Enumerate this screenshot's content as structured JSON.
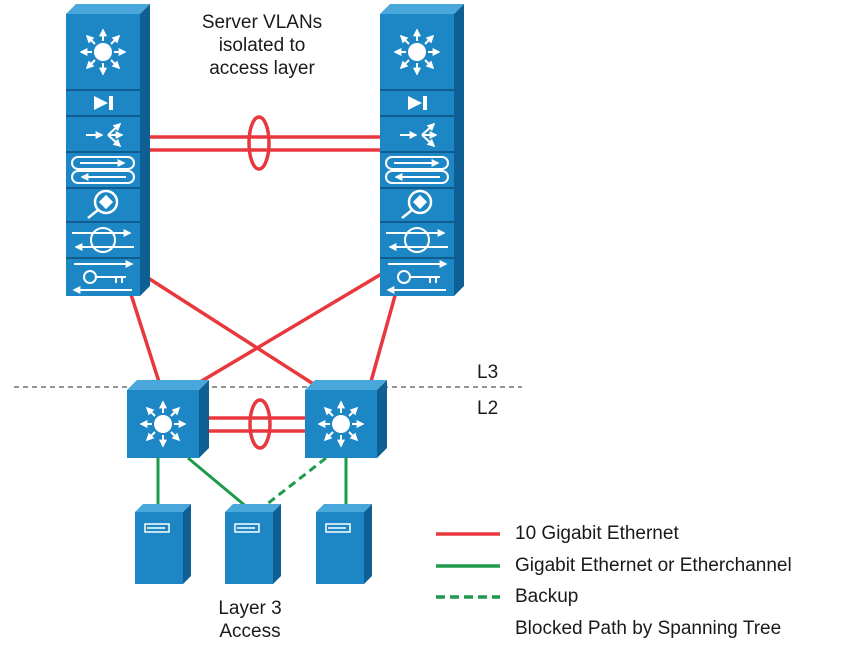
{
  "title": {
    "line1": "Server VLANs",
    "line2": "isolated to",
    "line3": "access layer"
  },
  "layer_labels": {
    "upper": "L3",
    "lower": "L2"
  },
  "access_label": {
    "line1": "Layer 3",
    "line2": "Access"
  },
  "legend": {
    "items": [
      {
        "label": "10 Gigabit Ethernet",
        "color": "#e8383d",
        "style": "solid"
      },
      {
        "label": "Gigabit Ethernet or Etherchannel",
        "color": "#1e9a4c",
        "style": "solid"
      },
      {
        "label": "Backup",
        "color": "#1e9a4c",
        "style": "dashed"
      }
    ],
    "note": "Blocked Path by Spanning Tree"
  },
  "colors": {
    "device_blue": "#1d87c6",
    "device_dark": "#0e5f93",
    "link_red": "#e8383d",
    "link_green": "#1e9a4c"
  },
  "icons": {
    "core_switch_modules": [
      "router-star-icon",
      "play-icon",
      "fanout-arrows-icon",
      "pipes-icon",
      "magnifier-icon",
      "circle-arrows-icon",
      "key-icon"
    ],
    "access_switch": "multilayer-switch-icon",
    "server": "server-tower-icon"
  }
}
